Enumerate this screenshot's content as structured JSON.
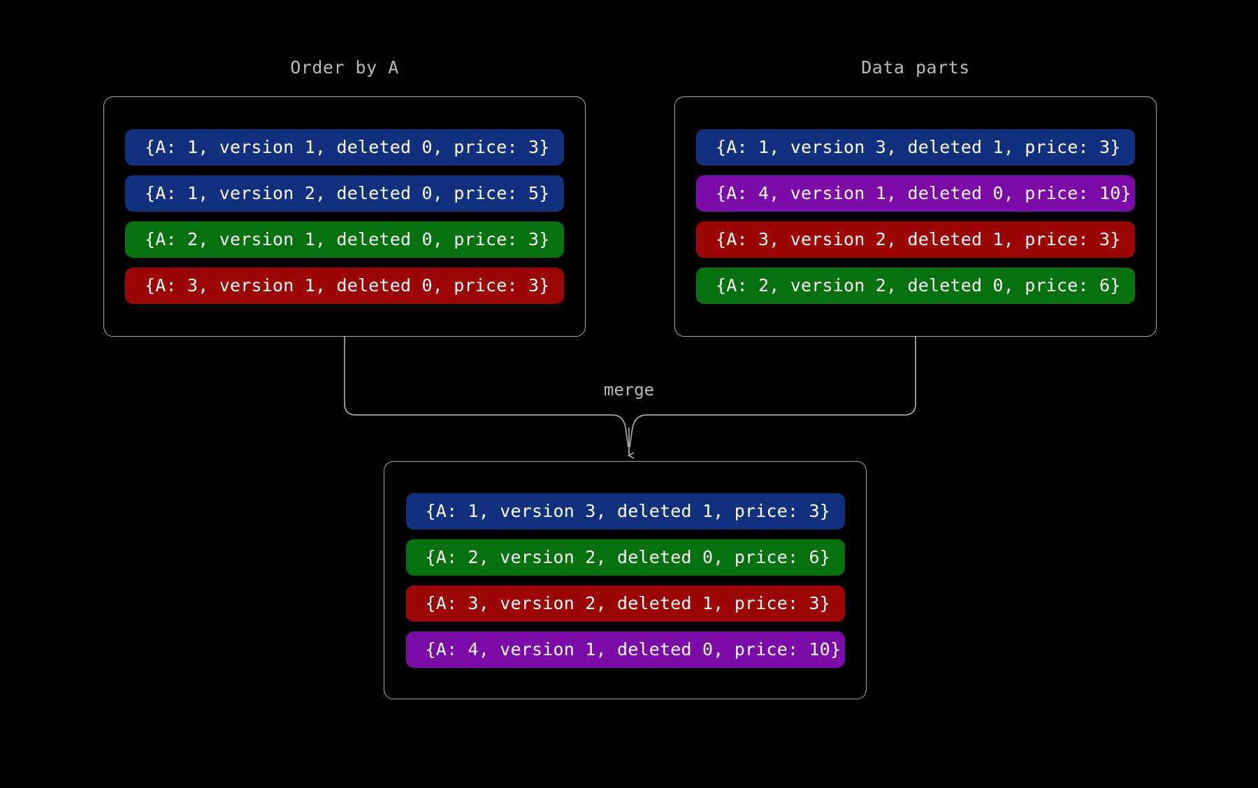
{
  "background": "#000000",
  "colors": {
    "blue": "#11317e",
    "green": "#07700f",
    "red": "#9c0606",
    "purple": "#7b0ca8",
    "panel_border": "#a8a8a8",
    "label_text": "#b9b9b9",
    "record_text": "#ffffff"
  },
  "panels": {
    "order_by_a": {
      "title": "Order by A",
      "records": [
        {
          "text": "{A: 1, version 1, deleted 0, price: 3}",
          "color": "blue"
        },
        {
          "text": "{A: 1, version 2, deleted 0, price: 5}",
          "color": "blue"
        },
        {
          "text": "{A: 2, version 1, deleted 0, price: 3}",
          "color": "green"
        },
        {
          "text": "{A: 3, version 1, deleted 0, price: 3}",
          "color": "red"
        }
      ]
    },
    "data_parts": {
      "title": "Data parts",
      "records": [
        {
          "text": "{A: 1, version 3, deleted 1, price: 3}",
          "color": "blue"
        },
        {
          "text": "{A: 4, version 1, deleted 0, price: 10}",
          "color": "purple"
        },
        {
          "text": "{A: 3, version 2, deleted 1, price: 3}",
          "color": "red"
        },
        {
          "text": "{A: 2, version 2, deleted 0, price: 6}",
          "color": "green"
        }
      ]
    },
    "merged": {
      "title": "",
      "records": [
        {
          "text": "{A: 1, version 3, deleted 1, price: 3}",
          "color": "blue"
        },
        {
          "text": "{A: 2, version 2, deleted 0, price: 6}",
          "color": "green"
        },
        {
          "text": "{A: 3, version 2, deleted 1, price: 3}",
          "color": "red"
        },
        {
          "text": "{A: 4, version 1, deleted 0, price: 10}",
          "color": "purple"
        }
      ]
    }
  },
  "connector": {
    "label": "merge"
  }
}
